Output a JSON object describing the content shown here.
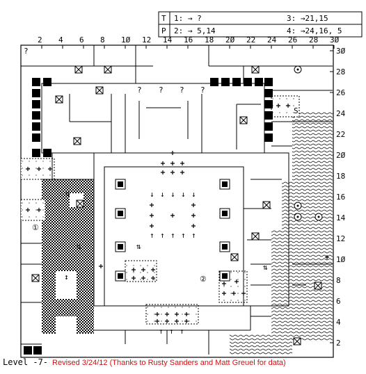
{
  "legend": {
    "row_t": {
      "key": "T",
      "slot1": "1: → ?",
      "slot3": "3: →21,15"
    },
    "row_p": {
      "key": "P",
      "slot2": "2: → 5,14",
      "slot4": "4: →24,16, 5"
    }
  },
  "axes": {
    "x_ticks": [
      "2",
      "4",
      "6",
      "8",
      "1Ø",
      "12",
      "14",
      "16",
      "18",
      "2Ø",
      "22",
      "24",
      "26",
      "28",
      "3Ø"
    ],
    "y_ticks": [
      "3Ø",
      "28",
      "26",
      "24",
      "22",
      "2Ø",
      "18",
      "16",
      "14",
      "12",
      "1Ø",
      "8",
      "6",
      "4",
      "2"
    ]
  },
  "markers": {
    "stair_up": "↑",
    "stair_down": "↓",
    "unknown": "?",
    "teleport_down": "↕",
    "teleport_up": "⇅",
    "teleport_marker_1": "①",
    "teleport_marker_2": "②",
    "s_label": "S"
  },
  "footer": {
    "level": "Level -7-",
    "revision": "Revised 3/24/12 (Thanks to Rusty Sanders and Matt Greuel for data)"
  },
  "colors": {
    "ink": "#000000",
    "revision": "#d01010",
    "paper": "#ffffff"
  }
}
